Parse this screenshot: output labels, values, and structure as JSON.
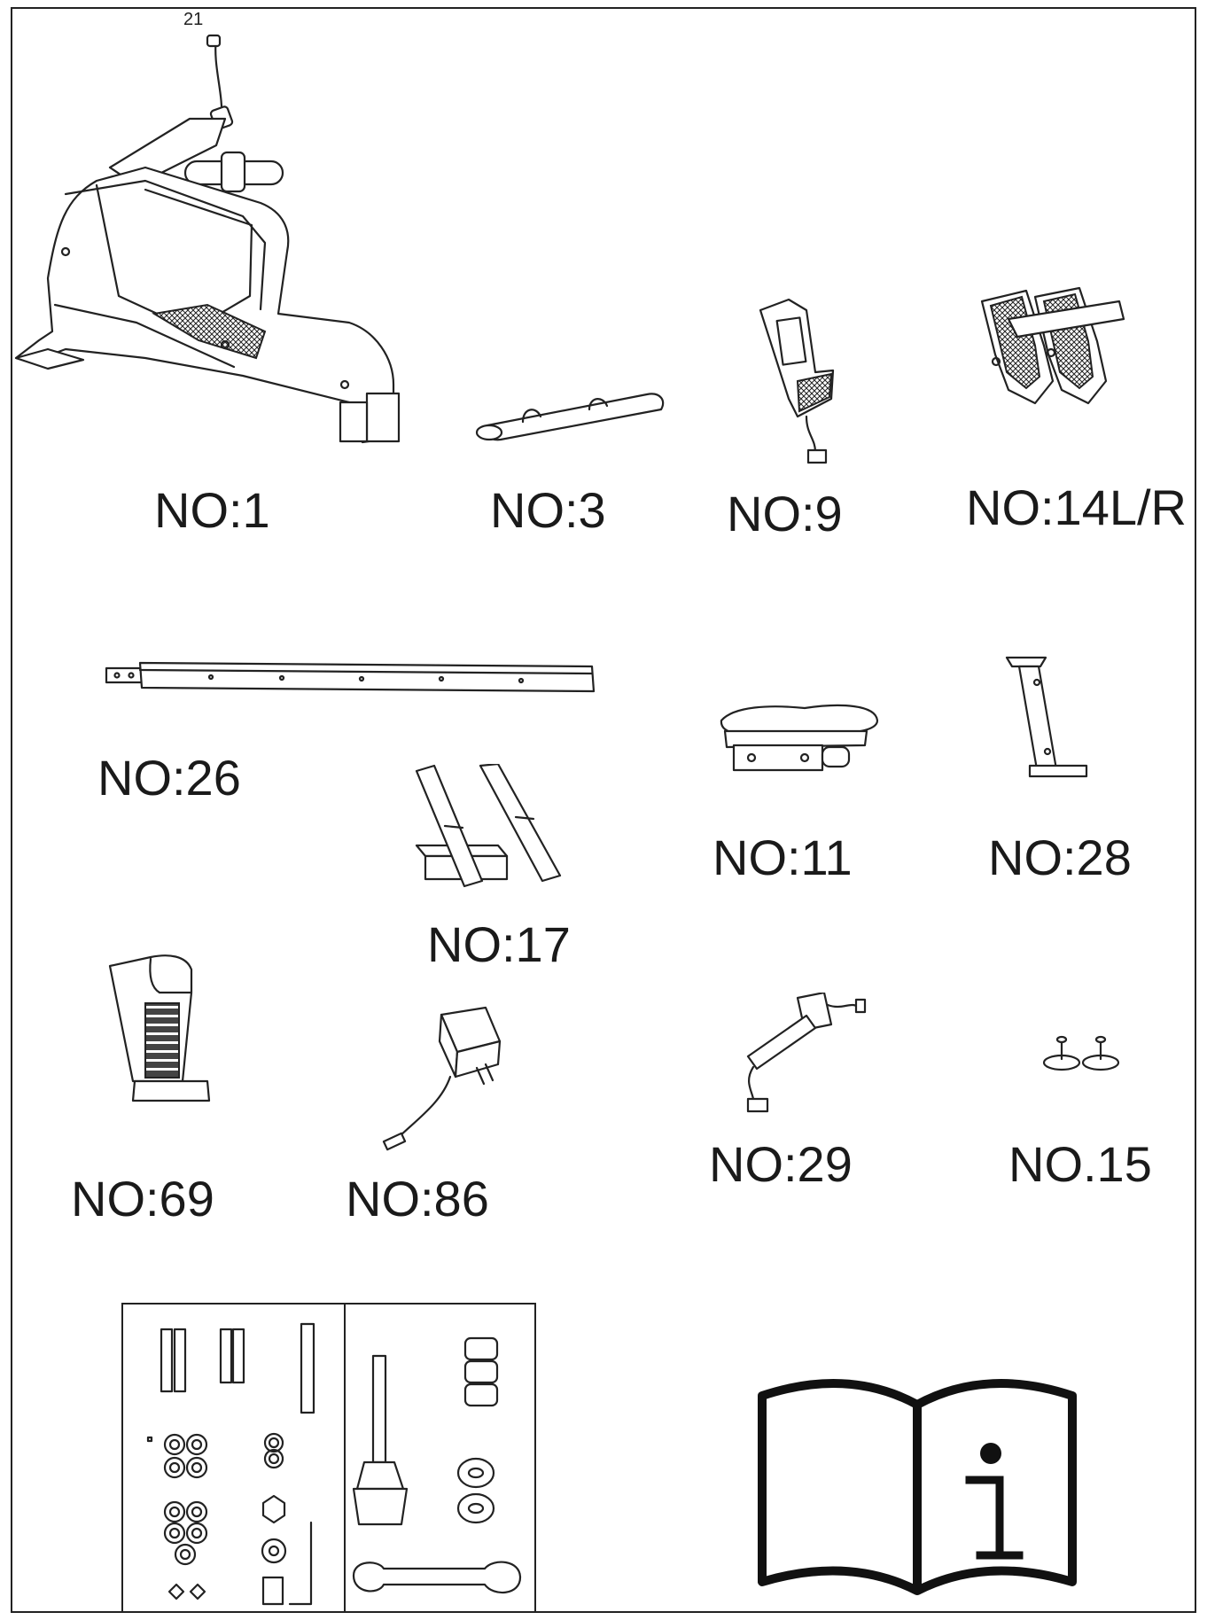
{
  "parts": [
    {
      "key": "p1",
      "label": "NO:1"
    },
    {
      "key": "p3",
      "label": "NO:3"
    },
    {
      "key": "p9",
      "label": "NO:9"
    },
    {
      "key": "p14",
      "label": "NO:14L/R"
    },
    {
      "key": "p26",
      "label": "NO:26"
    },
    {
      "key": "p11",
      "label": "NO:11"
    },
    {
      "key": "p28",
      "label": "NO:28"
    },
    {
      "key": "p17",
      "label": "NO:17"
    },
    {
      "key": "p69",
      "label": "NO:69"
    },
    {
      "key": "p86",
      "label": "NO:86"
    },
    {
      "key": "p29",
      "label": "NO:29"
    },
    {
      "key": "p15",
      "label": "NO.15"
    }
  ],
  "callout": "21",
  "icons": {
    "manual": "manual-info-icon",
    "hardware": "hardware-pack-card"
  }
}
